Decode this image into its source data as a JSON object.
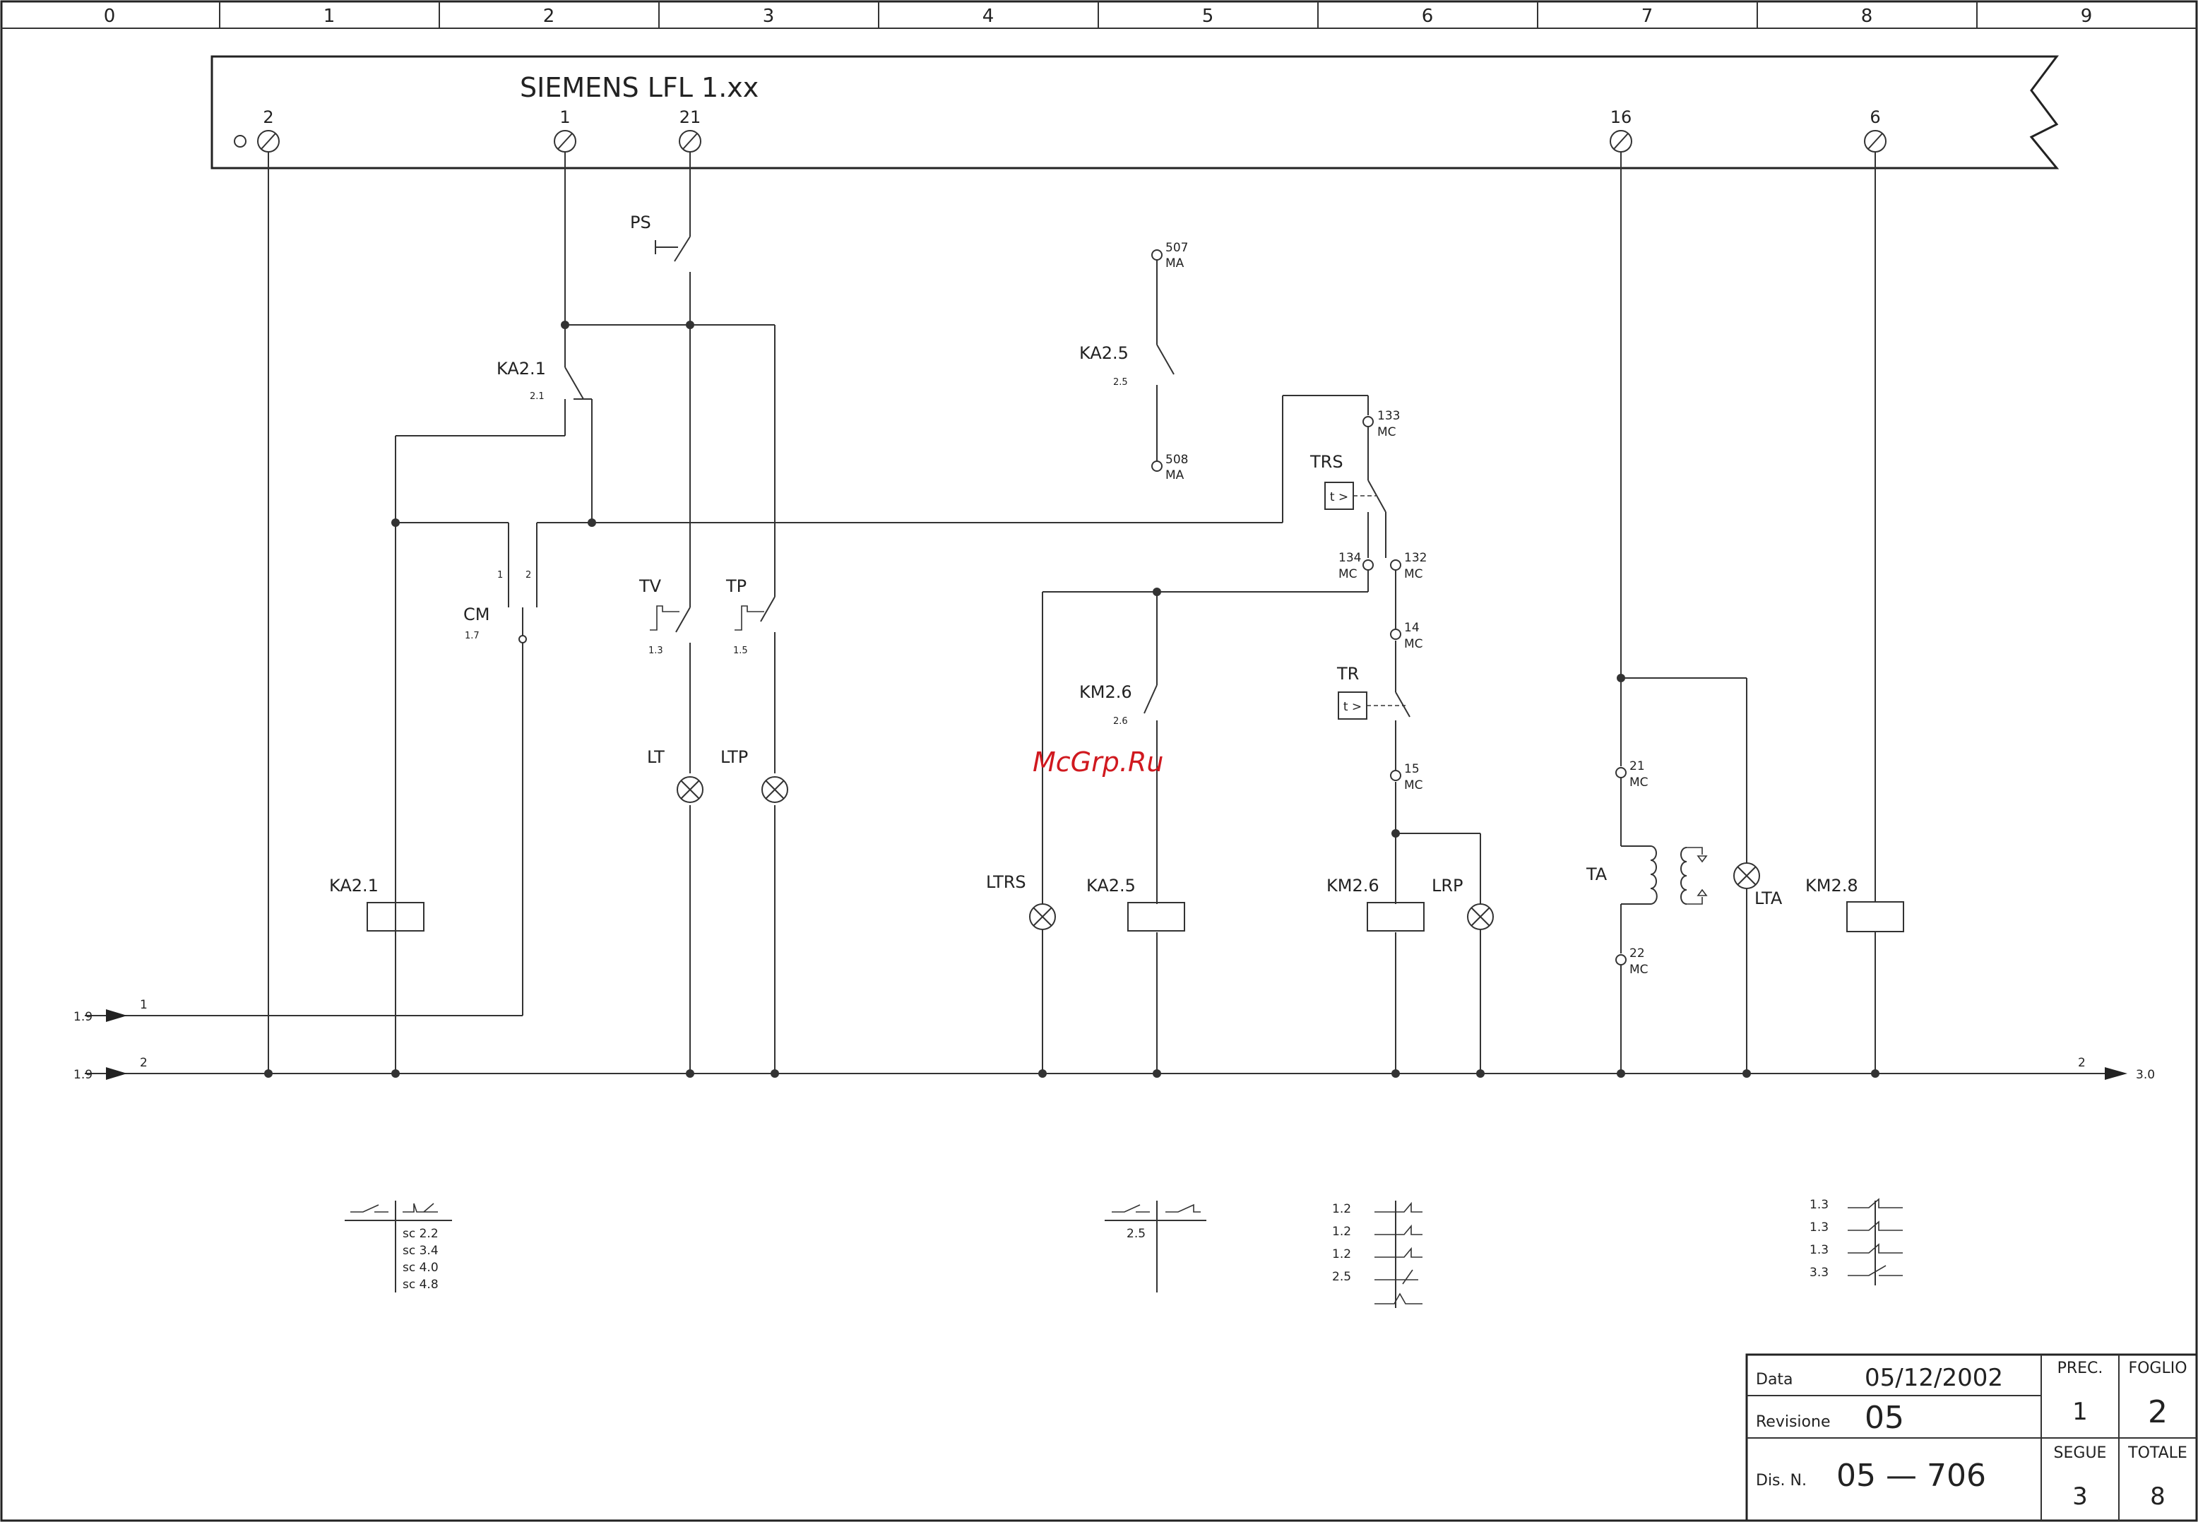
{
  "grid_columns": [
    "0",
    "1",
    "2",
    "3",
    "4",
    "5",
    "6",
    "7",
    "8",
    "9"
  ],
  "device": {
    "title": "SIEMENS LFL 1.xx",
    "terminals": [
      "2",
      "1",
      "21",
      "16",
      "6"
    ]
  },
  "components": {
    "ps": "PS",
    "ka21_contact": "KA2.1",
    "ka21_contact_ref": "2.1",
    "cm": "CM",
    "cm_ref": "1.7",
    "cm_pin1": "1",
    "cm_pin2": "2",
    "tv": "TV",
    "tv_ref": "1.3",
    "tp": "TP",
    "tp_ref": "1.5",
    "lt": "LT",
    "ltp": "LTP",
    "ka21_coil": "KA2.1",
    "ka25_contact": "KA2.5",
    "ka25_contact_ref": "2.5",
    "t507": "507",
    "t507_ma": "MA",
    "t508": "508",
    "t508_ma": "MA",
    "km26_contact": "KM2.6",
    "km26_contact_ref": "2.6",
    "ltrs": "LTRS",
    "ka25_coil": "KA2.5",
    "trs": "TRS",
    "timer": "t >",
    "t133": "133",
    "t134": "134",
    "t132": "132",
    "t14": "14",
    "t15": "15",
    "mc": "MC",
    "tr": "TR",
    "km26_coil": "KM2.6",
    "lrp": "LRP",
    "t21": "21",
    "t22": "22",
    "ta": "TA",
    "lta": "LTA",
    "km28_coil": "KM2.8"
  },
  "rails": {
    "rail1_ref": "1.9",
    "rail1_num": "1",
    "rail2_ref": "1.9",
    "rail2_num": "2",
    "rail2_out_num": "2",
    "rail2_out_ref": "3.0"
  },
  "cross_refs": {
    "ka21": [
      "sc  2.2",
      "sc  3.4",
      "sc  4.0",
      "sc  4.8"
    ],
    "ka25": [
      "2.5"
    ],
    "km26": [
      "1.2",
      "1.2",
      "1.2",
      "2.5"
    ],
    "km28": [
      "1.3",
      "1.3",
      "1.3",
      "3.3"
    ]
  },
  "watermark": "McGrp.Ru",
  "title_block": {
    "data_label": "Data",
    "data_value": "05/12/2002",
    "revision_label": "Revisione",
    "revision_value": "05",
    "drawing_label": "Dis. N.",
    "drawing_value": "05  —  706",
    "prec_label": "PREC.",
    "prec_value": "1",
    "foglio_label": "FOGLIO",
    "foglio_value": "2",
    "segue_label": "SEGUE",
    "segue_value": "3",
    "totale_label": "TOTALE",
    "totale_value": "8"
  },
  "colors": {
    "line": "#333333",
    "watermark": "#d0191f"
  }
}
